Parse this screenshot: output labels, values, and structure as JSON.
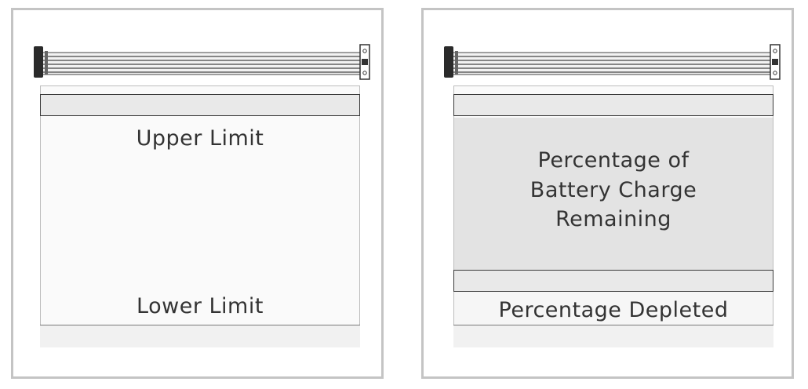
{
  "diagrams": [
    {
      "labels": {
        "top": "Upper Limit",
        "bottom": "Lower Limit"
      }
    },
    {
      "labels": {
        "charge_lines": [
          "Percentage of",
          "Battery Charge",
          "Remaining"
        ],
        "depleted": "Percentage Depleted"
      }
    }
  ],
  "colors": {
    "frame": "#c4c4c4",
    "outline": "#3a3a3a",
    "charge_fill": "#e3e3e3",
    "text": "#333333"
  }
}
